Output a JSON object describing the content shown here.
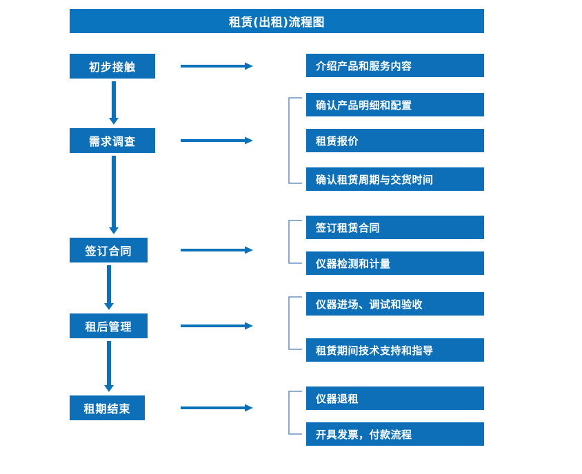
{
  "title": {
    "text": "租赁(出租)流程图"
  },
  "colors": {
    "banner": "#0a74bf",
    "box": "#0d6fb8",
    "arrow": "#0b72ba",
    "bracket": "#6d94c0",
    "background": "#ffffff",
    "text": "#ffffff"
  },
  "chart_data": {
    "type": "diagram",
    "title": "租赁(出租)流程图",
    "orientation": "vertical-with-side-details",
    "stages": [
      {
        "label": "初步接触",
        "details": [
          "介绍产品和服务内容"
        ],
        "bracketed": false
      },
      {
        "label": "需求调查",
        "details": [
          "确认产品明细和配置",
          "租赁报价",
          "确认租赁周期与交货时间"
        ],
        "bracketed": true
      },
      {
        "label": "签订合同",
        "details": [
          "签订租赁合同",
          "仪器检测和计量"
        ],
        "bracketed": true
      },
      {
        "label": "租后管理",
        "details": [
          "仪器进场、调试和验收",
          "租赁期间技术支持和指导"
        ],
        "bracketed": true
      },
      {
        "label": "租期结束",
        "details": [
          "仪器退租",
          "开具发票，付款流程"
        ],
        "bracketed": true
      }
    ]
  },
  "stages": [
    {
      "label": "初步接触"
    },
    {
      "label": "需求调查"
    },
    {
      "label": "签订合同"
    },
    {
      "label": "租后管理"
    },
    {
      "label": "租期结束"
    }
  ],
  "details": [
    {
      "label": "介绍产品和服务内容"
    },
    {
      "label": "确认产品明细和配置"
    },
    {
      "label": "租赁报价"
    },
    {
      "label": "确认租赁周期与交货时间"
    },
    {
      "label": "签订租赁合同"
    },
    {
      "label": "仪器检测和计量"
    },
    {
      "label": "仪器进场、调试和验收"
    },
    {
      "label": "租赁期间技术支持和指导"
    },
    {
      "label": "仪器退租"
    },
    {
      "label": "开具发票，付款流程"
    }
  ],
  "icons": {
    "right_arrow": "right-arrow-icon",
    "down_arrow": "down-arrow-icon",
    "bracket": "bracket-connector-icon"
  }
}
